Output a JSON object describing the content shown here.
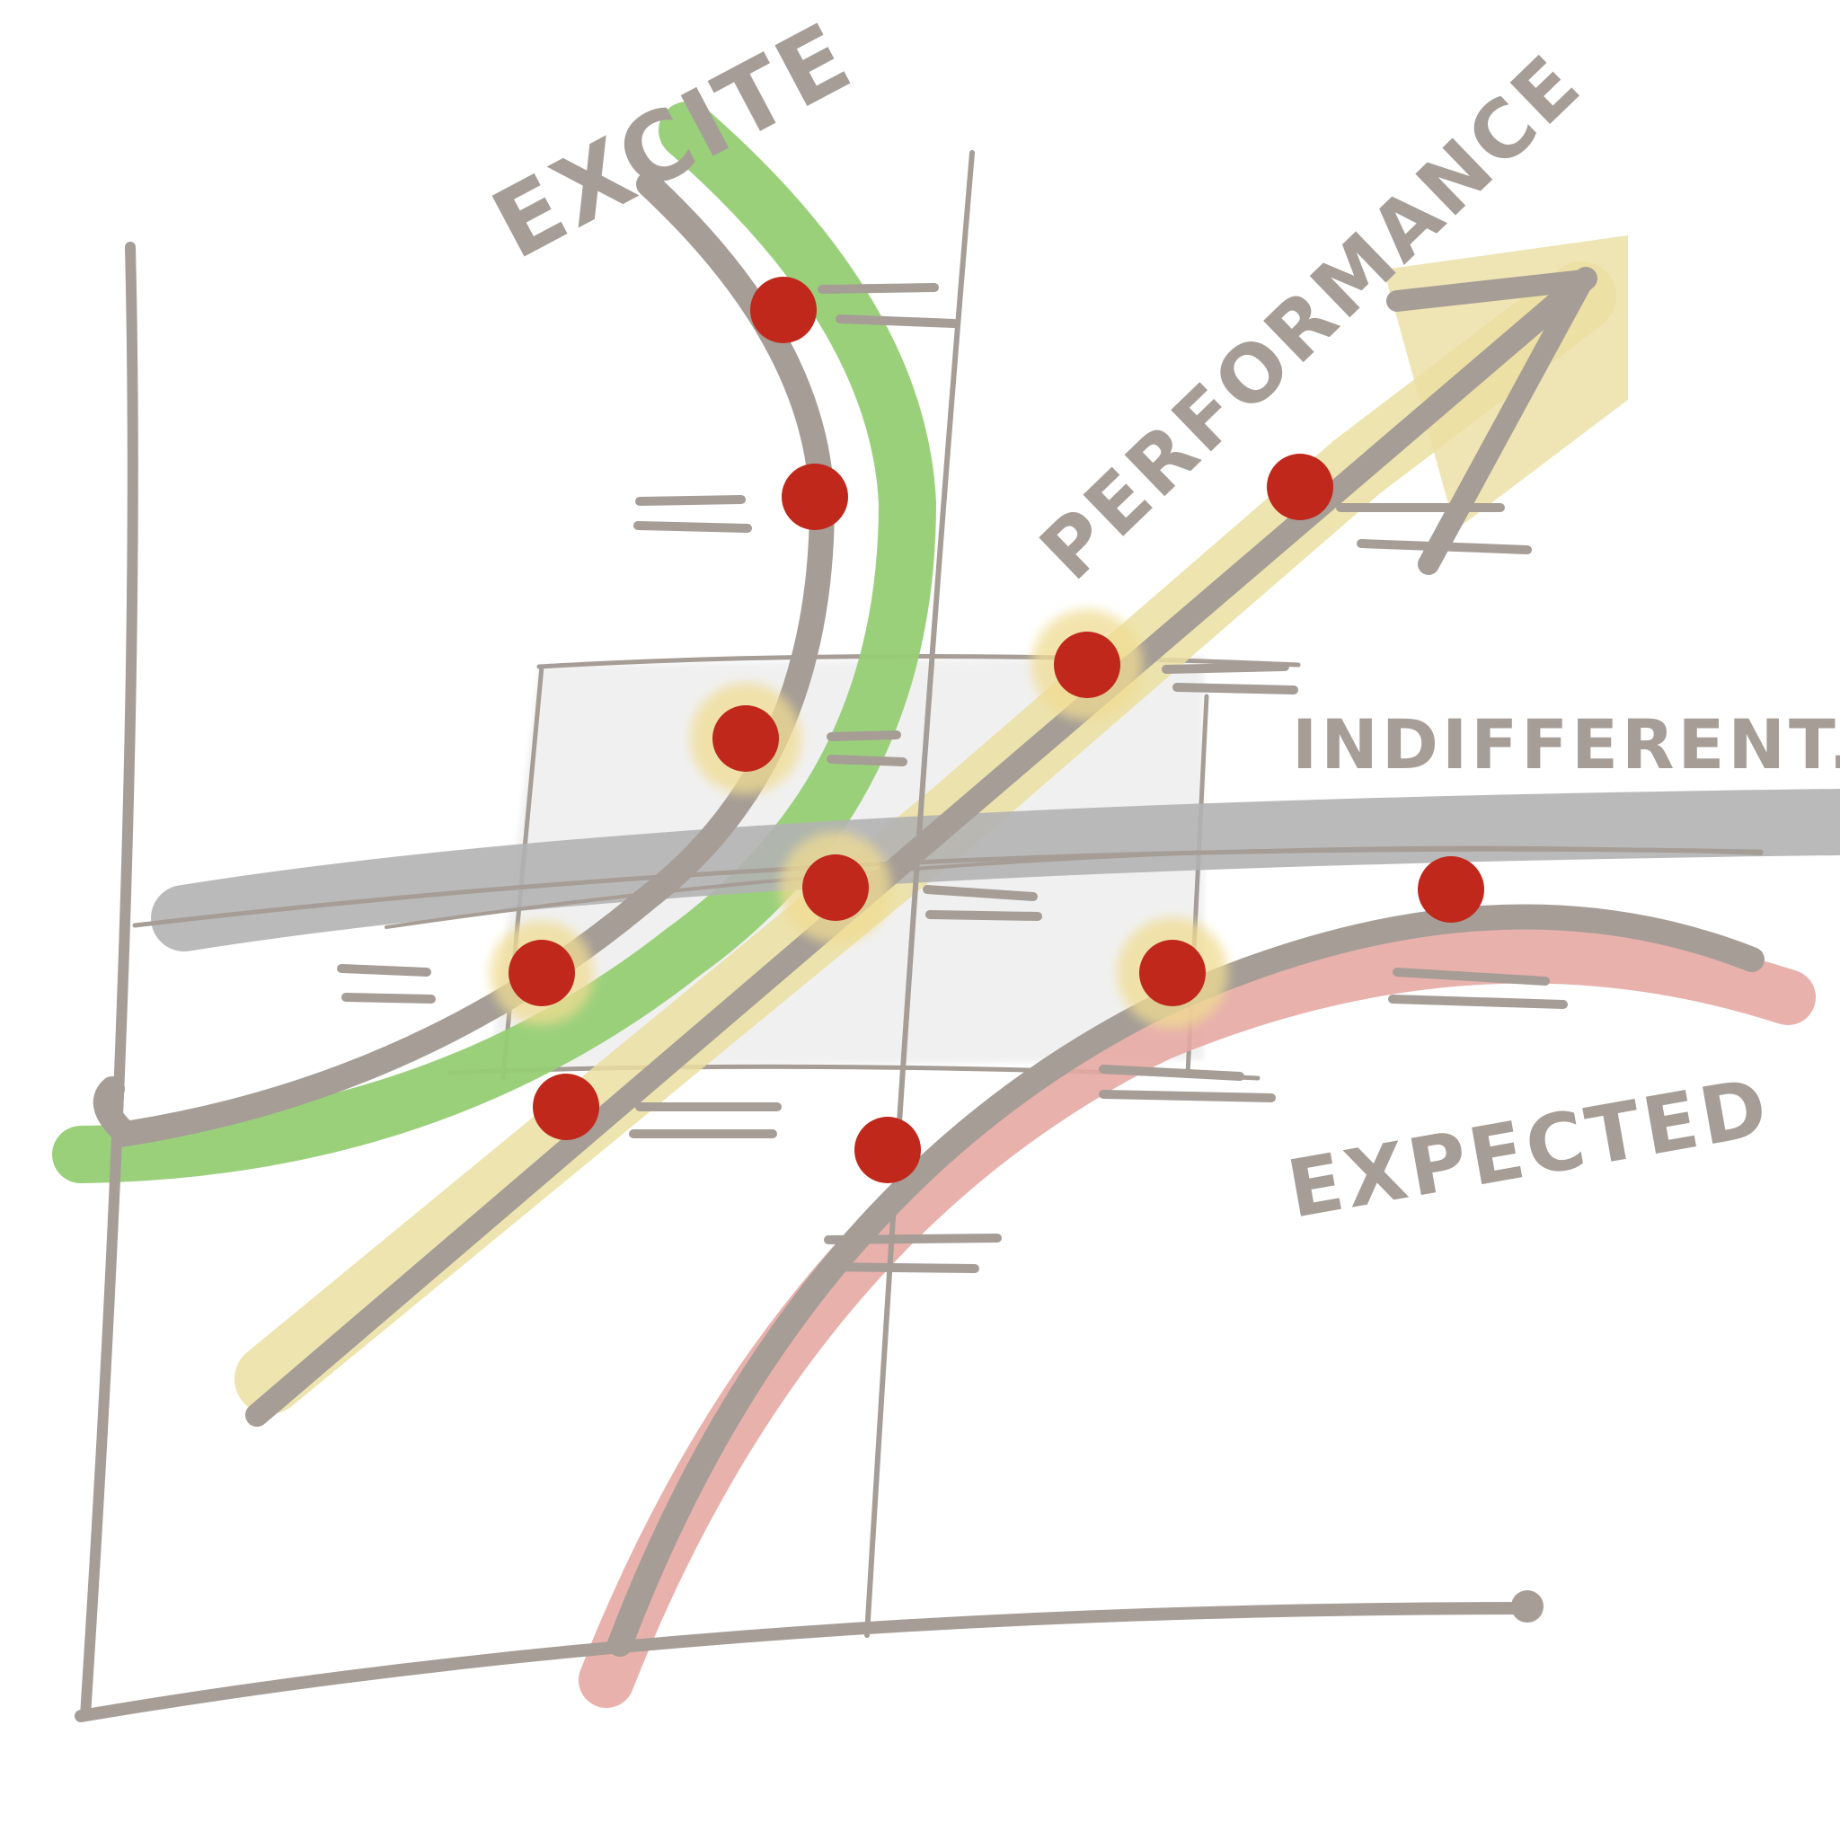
{
  "diagram": {
    "labels": {
      "excite": "EXCITE",
      "performance": "PERFORMANCE",
      "indifferent": "INDIFFERENT.",
      "expected": "EXPECTED"
    },
    "colors": {
      "ink": "#a59d96",
      "dot": "#c0281c",
      "excite_highlight": "#96cd74",
      "performance_highlight": "#ebdfa1",
      "indifferent_highlight": "#b3b3b3",
      "expected_highlight": "#e5a9a3",
      "glow": "#f0dc93",
      "box_fill": "#ececec"
    },
    "curves": [
      "excite",
      "performance",
      "indifferent",
      "expected"
    ],
    "points_per_curve": {
      "excite": 4,
      "performance": 4,
      "expected": 3
    },
    "highlighted_points": 5
  }
}
